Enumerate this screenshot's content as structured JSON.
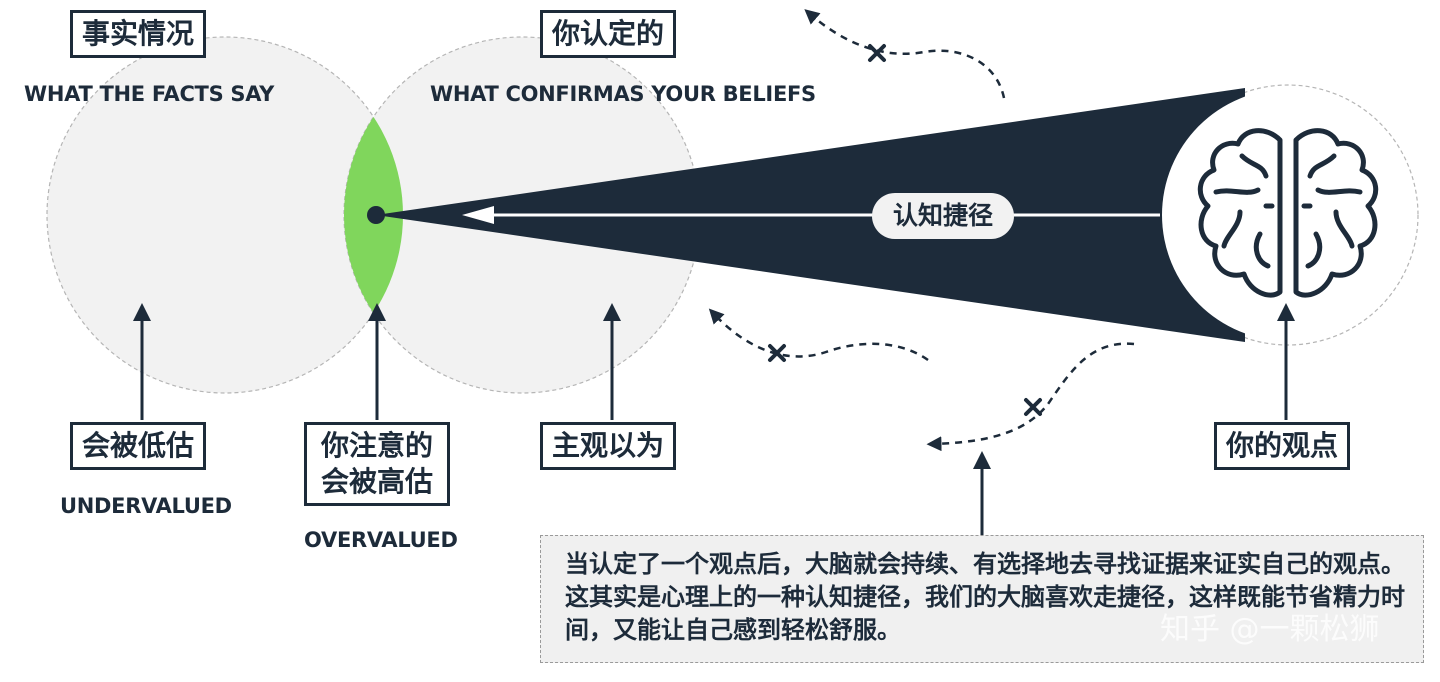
{
  "colors": {
    "navy": "#1d2b3a",
    "green": "#80d65c",
    "circle_fill": "#f2f2f2",
    "circle_stroke": "#b5b5b5"
  },
  "labels": {
    "facts_zh": "事实情况",
    "facts_en": "WHAT THE FACTS SAY",
    "beliefs_zh": "你认定的",
    "beliefs_en": "WHAT CONFIRMAS YOUR BELIEFS",
    "shortcut": "认知捷径",
    "undervalued_zh": "会被低估",
    "undervalued_en": "UNDERVALUED",
    "overvalued_zh_1": "你注意的",
    "overvalued_zh_2": "会被高估",
    "overvalued_en": "OVERVALUED",
    "subjective_zh": "主观以为",
    "your_view_zh": "你的观点"
  },
  "note": {
    "text": "当认定了一个观点后，大脑就会持续、有选择地去寻找证据来证实自己的观点。这其实是心理上的一种认知捷径，我们的大脑喜欢走捷径，这样既能节省精力时间，又能让自己感到轻松舒服。"
  },
  "watermark": "知乎 @一颗松狮",
  "icons": {
    "brain": "brain-icon",
    "dismissed_paths": "crossed-dashed-arrow-icon"
  }
}
